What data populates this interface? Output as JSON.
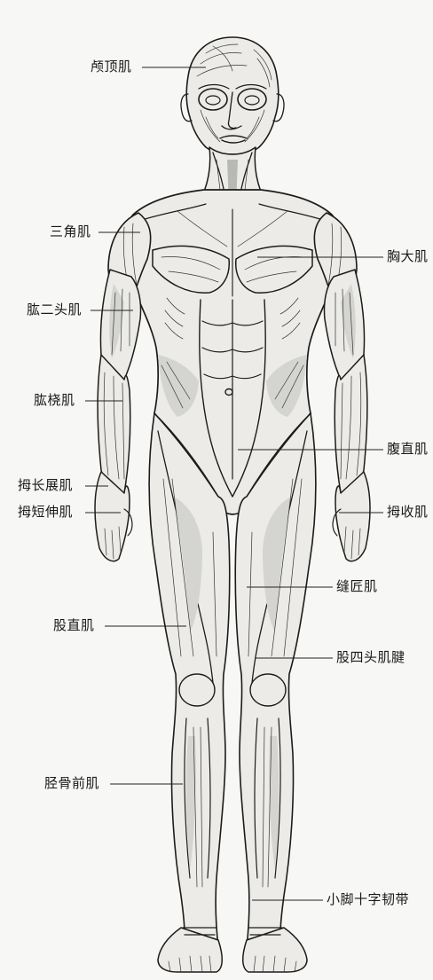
{
  "labels": {
    "frontalis": "颅顶肌",
    "deltoid": "三角肌",
    "pectoralis_major": "胸大肌",
    "biceps": "肱二头肌",
    "brachioradialis": "肱桡肌",
    "rectus_abdominis": "腹直肌",
    "abductor_pollicis_longus": "拇长展肌",
    "extensor_pollicis_brevis": "拇短伸肌",
    "adductor_pollicis": "拇收肌",
    "sartorius": "缝匠肌",
    "rectus_femoris": "股直肌",
    "quadriceps_tendon": "股四头肌腱",
    "tibialis_anterior": "胫骨前肌",
    "extensor_retinaculum": "小脚十字韧带"
  }
}
